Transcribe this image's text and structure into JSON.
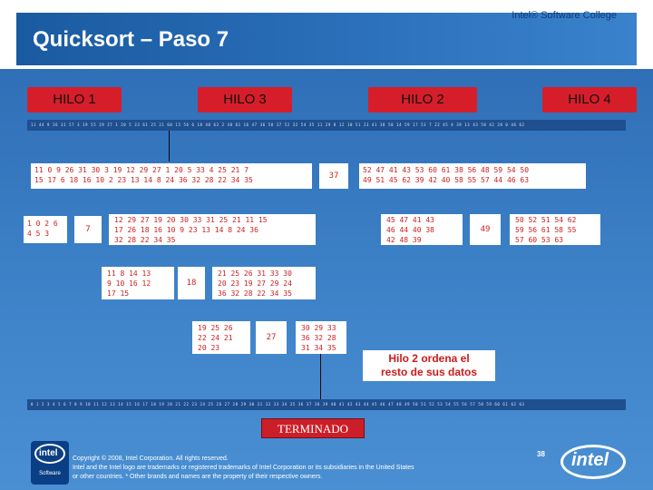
{
  "header": {
    "brand": "Intel® Software College",
    "title": "Quicksort – Paso 7"
  },
  "threads": [
    "HILO 1",
    "HILO 3",
    "HILO 2",
    "HILO 4"
  ],
  "top_strip": "11 44 9 26 31 57 3 19 55 29 27 1 20 5 33 61 25 21 60 15 56 6 18 40 63 2 48 61 16 47 36 58 37 52 32 54 35 11 29 8 12 10 51 23 41 38 50 14 59 17 53 7 22 45 4 39 13 43 58 42 28 0 46 62",
  "bottom_strip": "0 1 2 3 4 5 6 7 8 9 10 11 12 13 14 15 16 17 18 19 20 21 22 23 24 25 26 27 28 29 30 31 32 33 34 35 36 37 38 39 40 41 42 43 44 45 46 47 48 49 50 51 52 53 54 55 56 57 58 59 60 61 62 63",
  "partitions": {
    "level1_left": [
      "11 0 9 26 31 30 3 19 12 29 27 1 20 5 33 4 25 21 7",
      "15 17 6 18 16 10 2 23 13 14 8 24 36 32 28 22 34 35"
    ],
    "level1_pivot": "37",
    "level1_right": [
      "52 47 41 43 53 60 61 38 56 48 59 54 50",
      "49 51 45 62 39 42 40 58 55 57 44 46 63"
    ],
    "level2_a": [
      "1 0 2 6",
      "4 5 3"
    ],
    "level2_a_pivot": "7",
    "level2_b": [
      "12 29 27 19 20 30 33 31 25 21 11 15",
      "17 26 18 16 10 9 23 13 14 8 24 36",
      "32 28 22 34 35"
    ],
    "level2_c": [
      "45 47 41 43",
      "46 44 40 38",
      "42 48 39"
    ],
    "level2_c_pivot": "49",
    "level2_d": [
      "50 52 51 54 62",
      "59 56 61 58 55",
      "57 60 53 63"
    ],
    "level3_a": [
      "11 8 14 13",
      "9 10 16 12",
      "17 15"
    ],
    "level3_pivot": "18",
    "level3_b": [
      "21 25 26 31 33 30",
      "20 23 19 27 29 24",
      "36 32 28 22 34 35"
    ],
    "level4_a": [
      "19 25 26",
      "22 24 21",
      "20 23"
    ],
    "level4_pivot": "27",
    "level4_b": [
      "30 29 33",
      "36 32 28",
      "31 34 35"
    ]
  },
  "note": [
    "Hilo 2 ordena el",
    "resto de sus datos"
  ],
  "done_label": "TERMINADO",
  "footer": {
    "logo_text": "intel",
    "logo_sub": "Software",
    "copyright": [
      "Copyright © 2008, Intel Corporation. All rights reserved.",
      "Intel and the Intel logo are trademarks or registered trademarks of Intel Corporation or its subsidiaries in the United States",
      "or other countries. * Other brands and names are the property of their respective owners."
    ],
    "page": "38",
    "right_logo_text": "intel"
  },
  "colors": {
    "band": "#2d72bd",
    "thread": "#d61e2a",
    "numbers": "#cc2020",
    "done": "#cc1e28"
  }
}
